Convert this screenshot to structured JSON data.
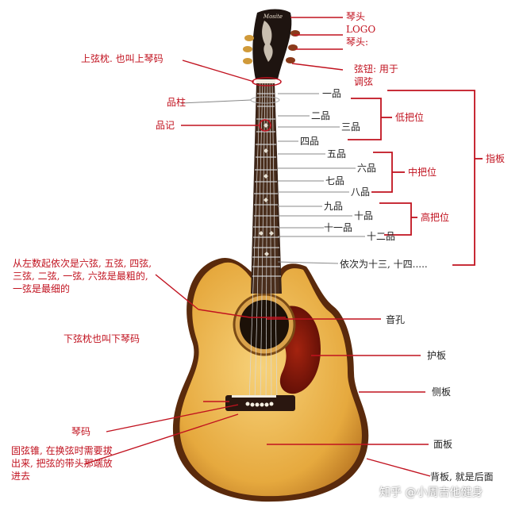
{
  "labels": {
    "headstock": "琴头",
    "logo": "LOGO",
    "headstock2": "琴头:",
    "tuners": "弦钮: 用于",
    "tuners2": "调弦",
    "nut": "上弦枕. 也叫上琴码",
    "fret_wire": "品柱",
    "fret_marker": "品记",
    "fret_1": "一品",
    "fret_2": "二品",
    "fret_3": "三品",
    "fret_4": "四品",
    "fret_5": "五品",
    "fret_6": "六品",
    "fret_7": "七品",
    "fret_8": "八品",
    "fret_9": "九品",
    "fret_10": "十品",
    "fret_11": "十一品",
    "fret_12": "十二品",
    "fret_more": "依次为十三, 十四.....",
    "low_position": "低把位",
    "mid_position": "中把位",
    "high_position": "高把位",
    "fingerboard": "指板",
    "strings_note": "从左数起依次是六弦, 五弦, 四弦, 三弦, 二弦, 一弦, 六弦是最粗的, 一弦是最细的",
    "soundhole": "音孔",
    "pickguard": "护板",
    "saddle": "下弦枕也叫下琴码",
    "side": "侧板",
    "bridge": "琴码",
    "top": "面板",
    "bridge_pins": "固弦锥, 在换弦时需要拔出来, 把弦的带头那端放进去",
    "back": "背板, 就是后面"
  },
  "watermark": "知乎 @小周吉他健身",
  "colors": {
    "annotation": "#c1121f",
    "body": "#e8b04a",
    "binding": "#6b3410",
    "neck": "#3a2418",
    "pickguard": "#7a1408"
  }
}
